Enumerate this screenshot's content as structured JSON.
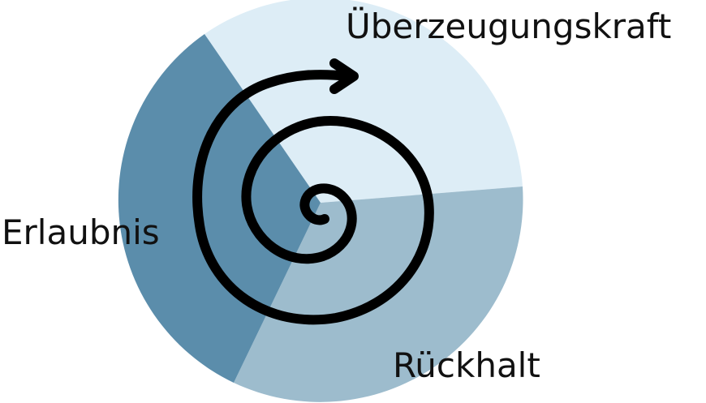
{
  "segments": [
    {
      "label": "Überzeugungskraft",
      "color": "#ddedf6"
    },
    {
      "label": "Rückhalt",
      "color": "#9dbccd"
    },
    {
      "label": "Erlaubnis",
      "color": "#5b8dab"
    }
  ],
  "spiral": {
    "color": "#000000",
    "arrow": "arrow-right-icon"
  }
}
